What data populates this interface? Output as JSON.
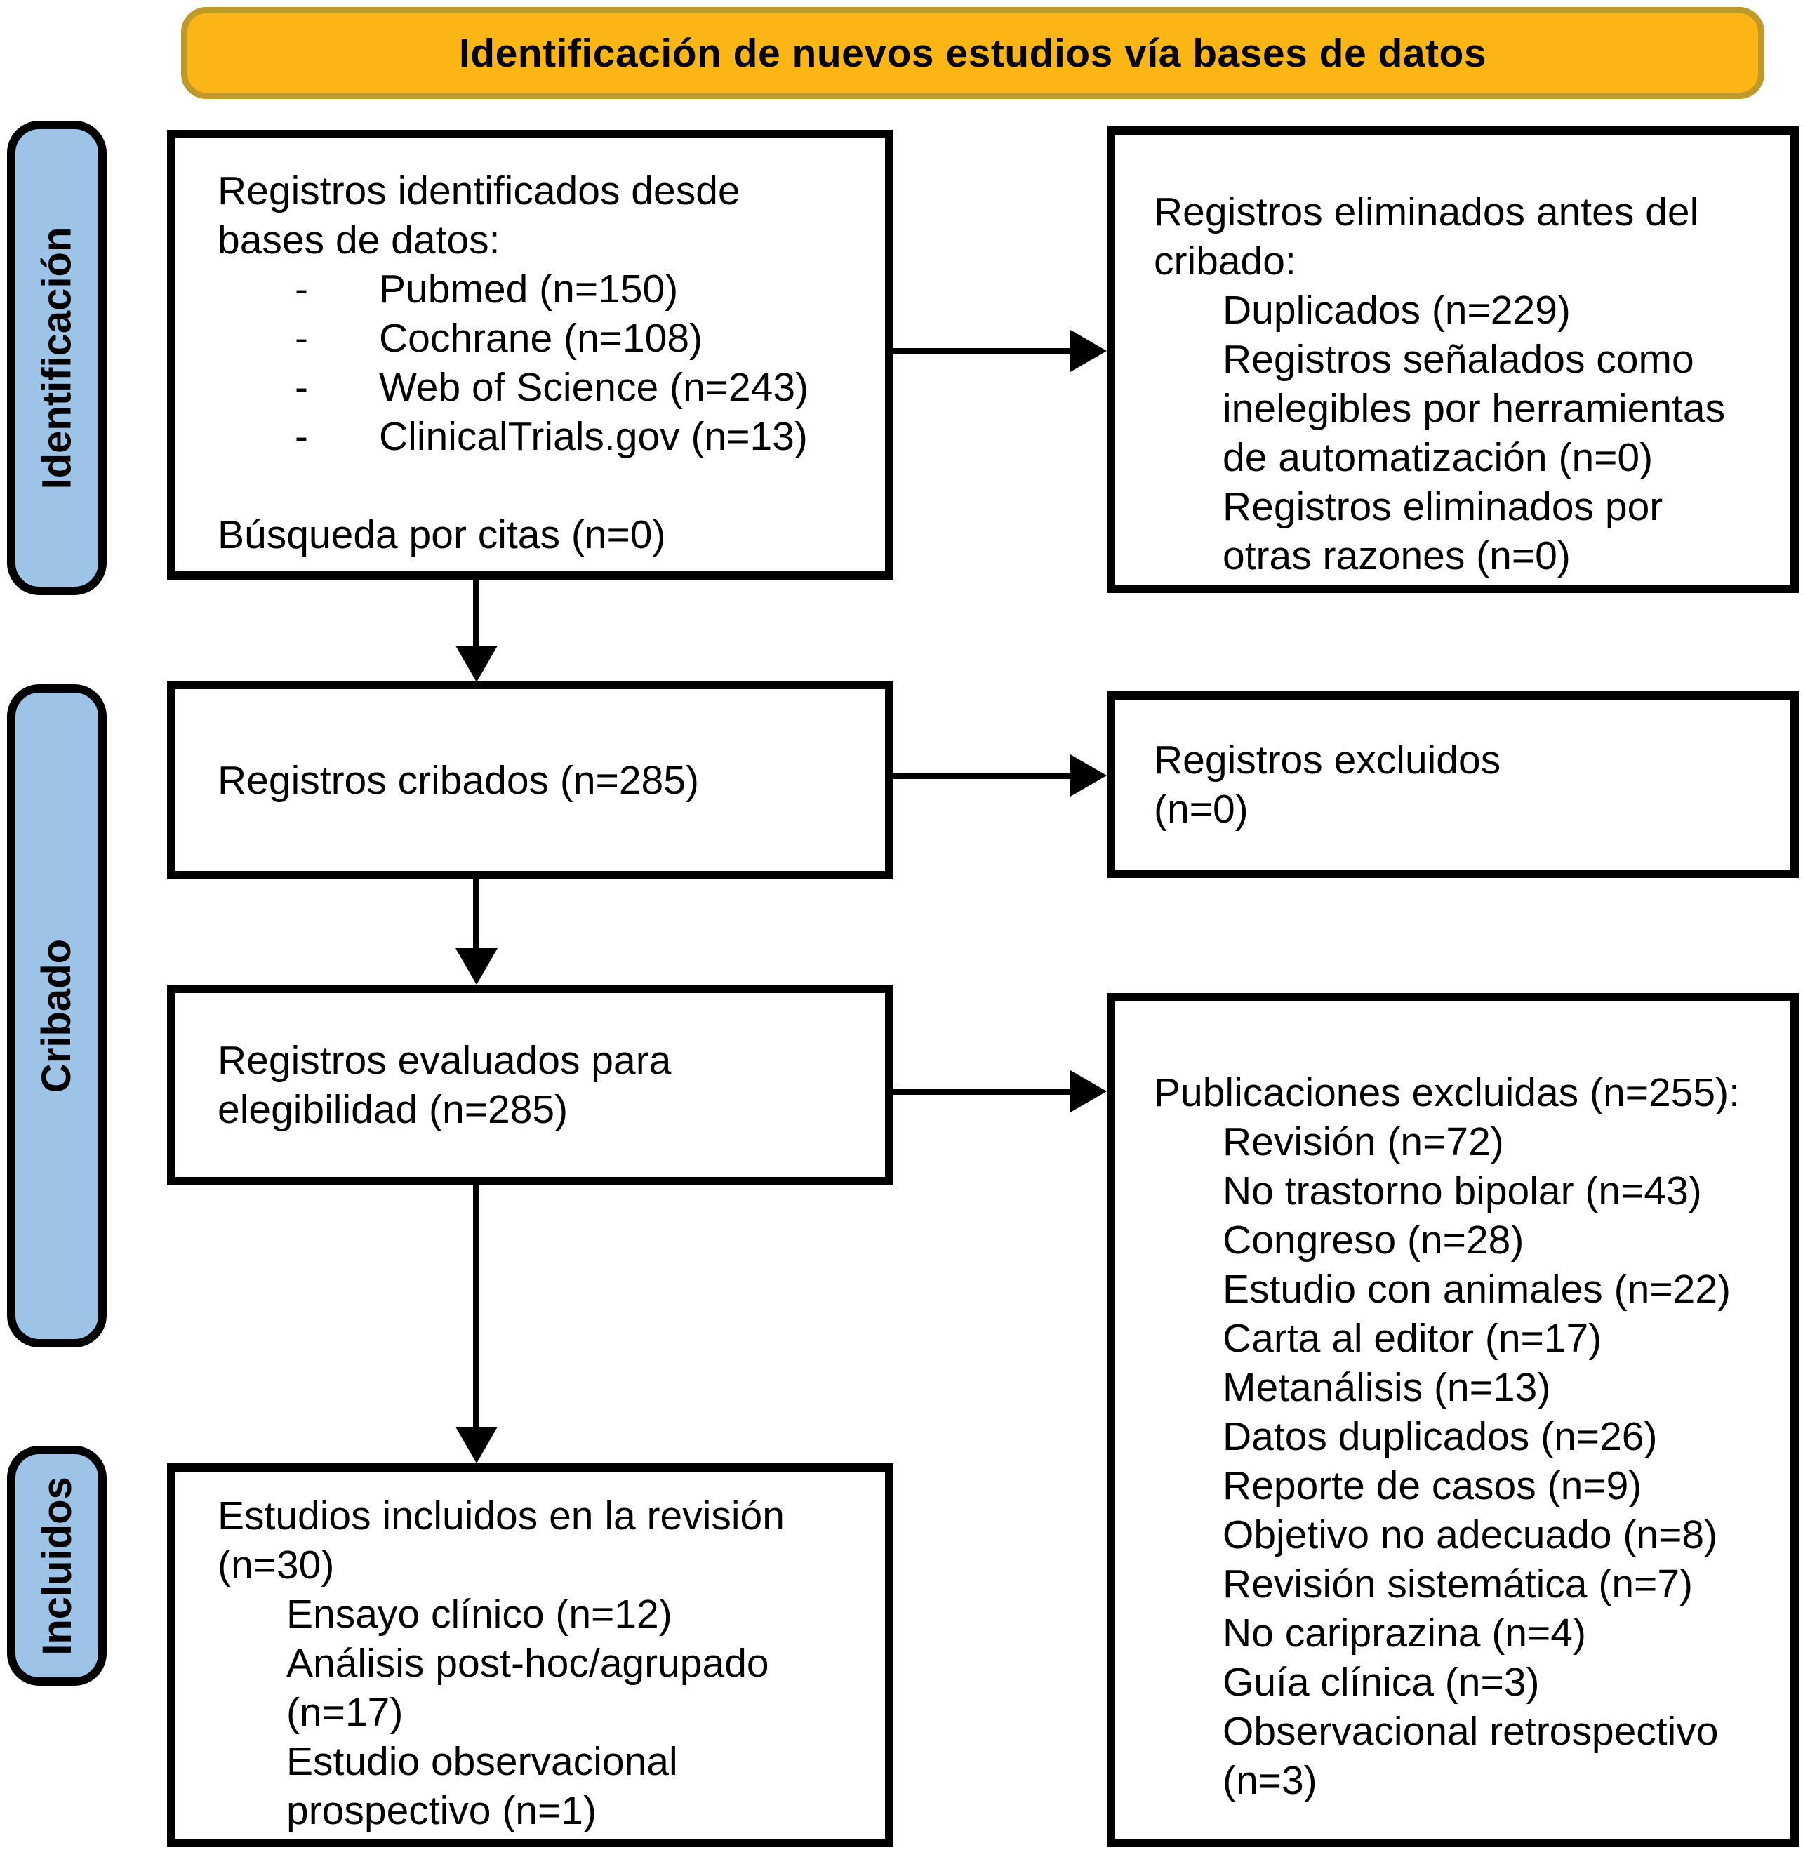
{
  "banner": {
    "title": "Identificación de nuevos estudios vía bases de datos"
  },
  "sidebar": {
    "identification_label": "Identificación",
    "screening_label": "Cribado",
    "included_label": "Incluidos"
  },
  "boxes": {
    "identified": {
      "title": "Registros identificados desde bases de datos:",
      "bullet_char": "-",
      "items": [
        "Pubmed (n=150)",
        "Cochrane (n=108)",
        "Web of Science (n=243)",
        "ClinicalTrials.gov (n=13)"
      ],
      "footer": "Búsqueda por citas (n=0)"
    },
    "removed_before_screening": {
      "title": "Registros eliminados antes del cribado:",
      "items": [
        "Duplicados (n=229)",
        "Registros señalados como inelegibles por herramientas de automatización (n=0)",
        "Registros eliminados por otras razones (n=0)"
      ]
    },
    "screened": {
      "text": "Registros cribados (n=285)"
    },
    "records_excluded": {
      "line1": "Registros excluidos",
      "line2": "(n=0)"
    },
    "assessed": {
      "text": "Registros evaluados para elegibilidad (n=285)"
    },
    "publications_excluded": {
      "title": "Publicaciones excluidas (n=255):",
      "items": [
        "Revisión (n=72)",
        "No trastorno bipolar (n=43)",
        "Congreso (n=28)",
        "Estudio con animales (n=22)",
        "Carta al editor (n=17)",
        "Metanálisis (n=13)",
        "Datos duplicados (n=26)",
        "Reporte de casos (n=9)",
        "Objetivo no adecuado (n=8)",
        "Revisión sistemática (n=7)",
        "No cariprazina (n=4)",
        "Guía clínica (n=3)",
        "Observacional retrospectivo (n=3)"
      ]
    },
    "included": {
      "title": "Estudios incluidos en la revisión (n=30)",
      "items": [
        "Ensayo clínico (n=12)",
        "Análisis post-hoc/agrupado (n=17)",
        "Estudio observacional prospectivo (n=1)"
      ]
    }
  },
  "colors": {
    "banner_fill": "#FBB515",
    "banner_border": "#BF9929",
    "stage_fill": "#9DC3E6",
    "box_border": "#000000",
    "arrow": "#000000"
  }
}
